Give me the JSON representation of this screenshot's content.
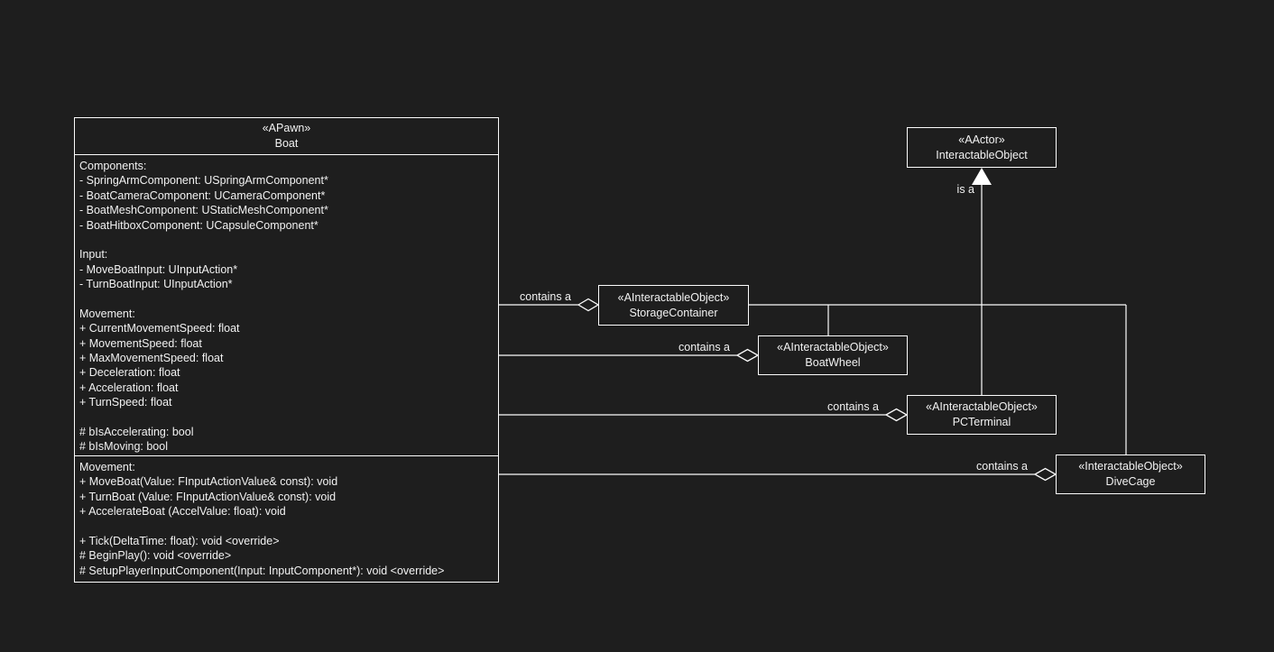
{
  "classes": {
    "boat": {
      "stereotype": "«APawn»",
      "name": "Boat",
      "attributes": [
        "Components:",
        "- SpringArmComponent: USpringArmComponent*",
        "- BoatCameraComponent: UCameraComponent*",
        "- BoatMeshComponent: UStaticMeshComponent*",
        "- BoatHitboxComponent: UCapsuleComponent*",
        "",
        "Input:",
        "- MoveBoatInput: UInputAction*",
        "- TurnBoatInput: UInputAction*",
        "",
        "Movement:",
        "+ CurrentMovementSpeed: float",
        "+ MovementSpeed: float",
        "+ MaxMovementSpeed: float",
        "+ Deceleration: float",
        "+ Acceleration: float",
        "+ TurnSpeed: float",
        "",
        "# bIsAccelerating: bool",
        "# bIsMoving: bool"
      ],
      "methods": [
        "Movement:",
        "+ MoveBoat(Value: FInputActionValue& const): void",
        "+ TurnBoat (Value: FInputActionValue& const): void",
        "+ AccelerateBoat (AccelValue: float): void",
        "",
        "+ Tick(DeltaTime: float): void <override>",
        "# BeginPlay(): void <override>",
        "# SetupPlayerInputComponent(Input: InputComponent*): void <override>"
      ]
    },
    "interactable_object": {
      "stereotype": "«AActor»",
      "name": "InteractableObject"
    },
    "storage_container": {
      "stereotype": "«AInteractableObject»",
      "name": "StorageContainer"
    },
    "boat_wheel": {
      "stereotype": "«AInteractableObject»",
      "name": "BoatWheel"
    },
    "pc_terminal": {
      "stereotype": "«AInteractableObject»",
      "name": "PCTerminal"
    },
    "dive_cage": {
      "stereotype": "«InteractableObject»",
      "name": "DiveCage"
    }
  },
  "edges": [
    {
      "from": "Boat",
      "to": "StorageContainer",
      "label": "contains a",
      "type": "aggregation"
    },
    {
      "from": "Boat",
      "to": "BoatWheel",
      "label": "contains a",
      "type": "aggregation"
    },
    {
      "from": "Boat",
      "to": "PCTerminal",
      "label": "contains a",
      "type": "aggregation"
    },
    {
      "from": "Boat",
      "to": "DiveCage",
      "label": "contains a",
      "type": "aggregation"
    },
    {
      "from": [
        "StorageContainer",
        "BoatWheel",
        "PCTerminal",
        "DiveCage"
      ],
      "to": "InteractableObject",
      "label": "is a",
      "type": "inheritance"
    }
  ],
  "colors": {
    "background": "#1e1e1e",
    "line": "#fcfcfc",
    "text": "#f2f2f2"
  }
}
